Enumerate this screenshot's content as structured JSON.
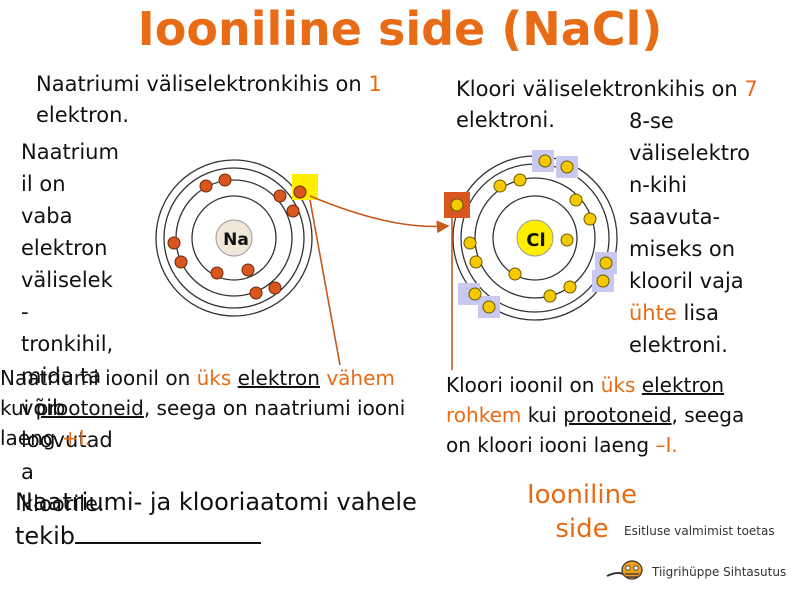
{
  "title": "Iooniline side (NaCl)",
  "colors": {
    "accent": "#e86b15",
    "electron_na": "#d9561f",
    "electron_cl": "#f5c800",
    "highlight_yellow": "#ffee00",
    "highlight_blue": "#c8c8f0",
    "nucleus": "#efe7d7"
  },
  "na_atom": {
    "symbol": "Na"
  },
  "cl_atom": {
    "symbol": "Cl"
  },
  "na_valence_note": {
    "prefix": "Naatriumi väliselektronkihis on ",
    "count": "1",
    "suffix": "elektron."
  },
  "cl_valence_note": {
    "prefix": "Kloori väliselektronkihis on ",
    "count": "7",
    "suffix": " elektroni."
  },
  "na_free_electron": "Naatrium\nil on\nvaba\nelektron\nväliselek\n-\ntronkihil,\nmida ta\nvõib\nloovutad\na\nkloorile.",
  "cl_needs": {
    "line1": "8-se\nväliselektro\nn-kihi\nsaavuta-\nmiseks on\nklooril vaja",
    "highlight": "ühte",
    "line2": " lisa\nelektroni."
  },
  "na_ion": {
    "p1": "Naatriumi ioonil on ",
    "h1": "üks",
    "p2": " ",
    "u1": "elektron",
    "h2": "vähem",
    "p3": " kui ",
    "u2": "prootoneid",
    "p4": ", seega on naatriumi iooni laeng ",
    "charge": "+I."
  },
  "cl_ion": {
    "p1": "Kloori ioonil on ",
    "h1": "üks",
    "u1": "elektron",
    "h2": " rohkem",
    "p2": " kui ",
    "u2": "prootoneid",
    "p3": ", seega on kloori iooni laeng ",
    "charge": "–I."
  },
  "conclusion": {
    "text1": "Naatriumi- ja klooriaatomi vahele",
    "text2": "tekib",
    "answer": "Iooniline side"
  },
  "footer": {
    "credit": "Esitluse valmimist toetas",
    "org": "Tiigrihüppe Sihtasutus"
  }
}
